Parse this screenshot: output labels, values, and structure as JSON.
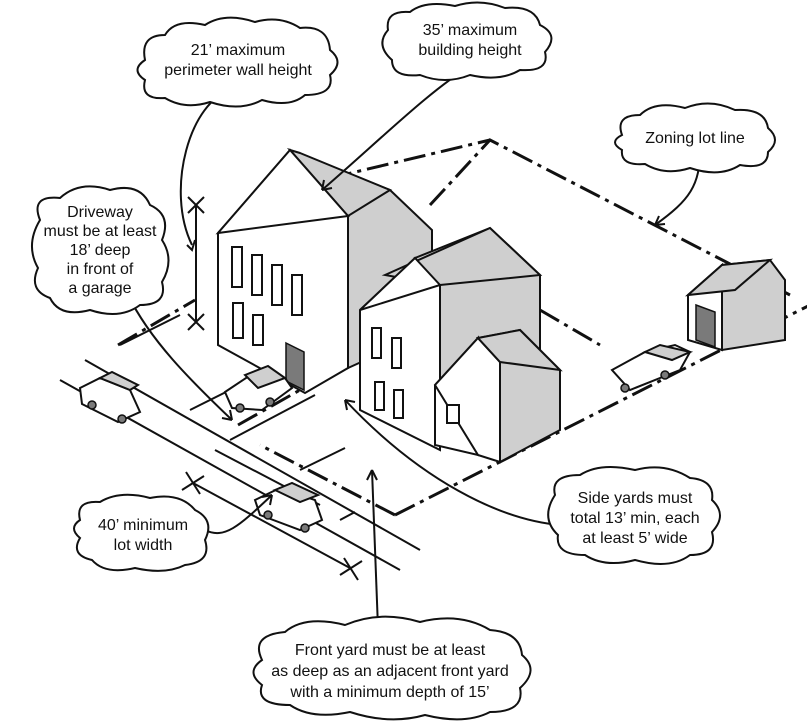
{
  "callouts": {
    "perimeter_wall": [
      "21’ maximum",
      "perimeter wall height"
    ],
    "building_height": [
      "35’ maximum",
      "building height"
    ],
    "zoning_lot_line": [
      "Zoning lot line"
    ],
    "driveway": [
      "Driveway",
      "must be at least",
      "18’ deep",
      "in front of",
      "a garage"
    ],
    "lot_width": [
      "40’ minimum",
      "lot width"
    ],
    "side_yards": [
      "Side yards must",
      "total 13’ min, each",
      "at least 5’ wide"
    ],
    "front_yard": [
      "Front yard must be at least",
      "as deep as an adjacent front yard",
      "with a minimum depth of 15’"
    ]
  },
  "colors": {
    "ink": "#111111",
    "shade": "#cfcfcf",
    "dark": "#7a7a7a",
    "paper": "#ffffff"
  }
}
